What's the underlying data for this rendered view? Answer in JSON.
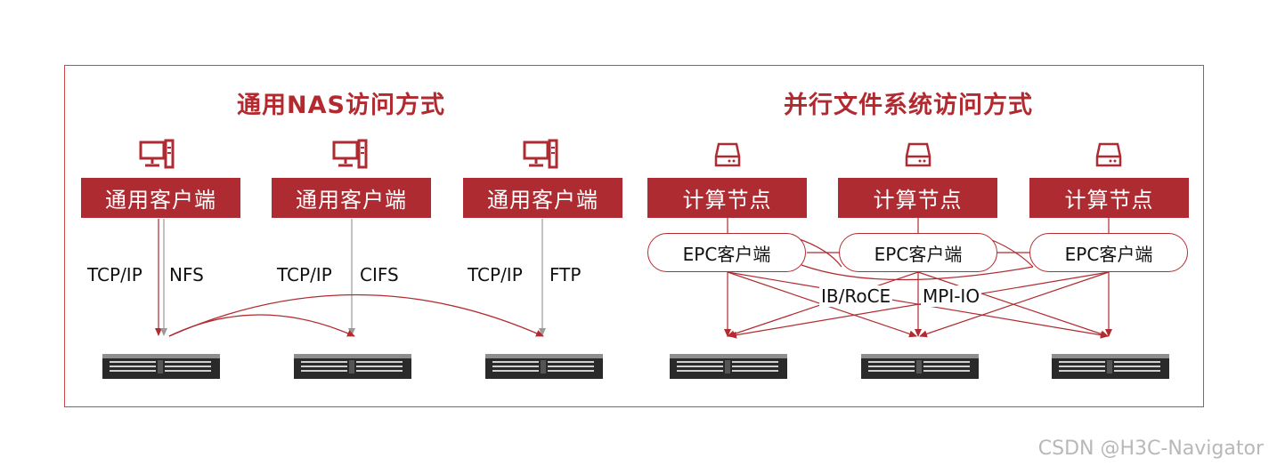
{
  "left_section": {
    "title": "通用NAS访问方式",
    "clients": [
      {
        "label": "通用客户端",
        "protocol_left": "TCP/IP",
        "protocol_right": "NFS"
      },
      {
        "label": "通用客户端",
        "protocol_left": "TCP/IP",
        "protocol_right": "CIFS"
      },
      {
        "label": "通用客户端",
        "protocol_left": "TCP/IP",
        "protocol_right": "FTP"
      }
    ]
  },
  "right_section": {
    "title": "并行文件系统访问方式",
    "nodes": [
      {
        "label": "计算节点",
        "client": "EPC客户端"
      },
      {
        "label": "计算节点",
        "client": "EPC客户端"
      },
      {
        "label": "计算节点",
        "client": "EPC客户端"
      }
    ],
    "network_label_left": "IB/RoCE",
    "network_label_right": "MPI-IO"
  },
  "icons": {
    "client": "desktop-computer-icon",
    "node": "server-drive-icon",
    "storage": "rack-server-icon"
  },
  "colors": {
    "accent": "#ae2b31",
    "frame": "#c8484c",
    "watermark": "#b8b8b8"
  },
  "watermark": "CSDN @H3C-Navigator"
}
